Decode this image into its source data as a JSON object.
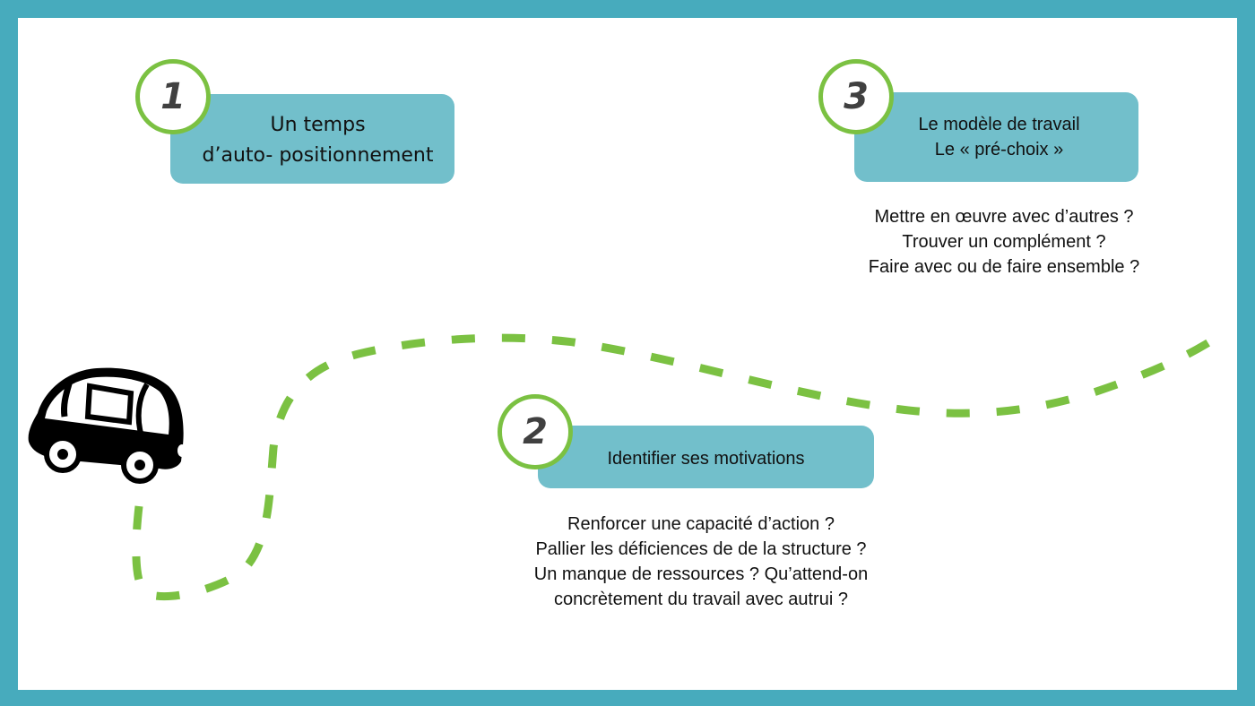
{
  "colors": {
    "frame": "#47abbd",
    "box_fill": "#72bfcb",
    "circle_stroke": "#7bc142",
    "number_text": "#404040",
    "path": "#7bc142",
    "background": "#ffffff"
  },
  "steps": [
    {
      "number": "1",
      "title_lines": [
        "Un temps",
        "d’auto- positionnement"
      ],
      "questions": []
    },
    {
      "number": "2",
      "title_lines": [
        "Identifier ses motivations"
      ],
      "questions": [
        "Renforcer une capacité d’action ?",
        "Pallier les déficiences de de la structure ?",
        "Un manque de ressources ? Qu’attend-on",
        "concrètement du travail avec autrui ?"
      ]
    },
    {
      "number": "3",
      "title_lines": [
        "Le modèle de travail",
        "Le « pré-choix »"
      ],
      "questions": [
        "Mettre en œuvre avec d’autres ?",
        "Trouver un complément ?",
        "Faire avec ou de faire ensemble ?"
      ]
    }
  ],
  "icons": {
    "vehicle": "van-icon",
    "route": "dashed-route-path"
  }
}
